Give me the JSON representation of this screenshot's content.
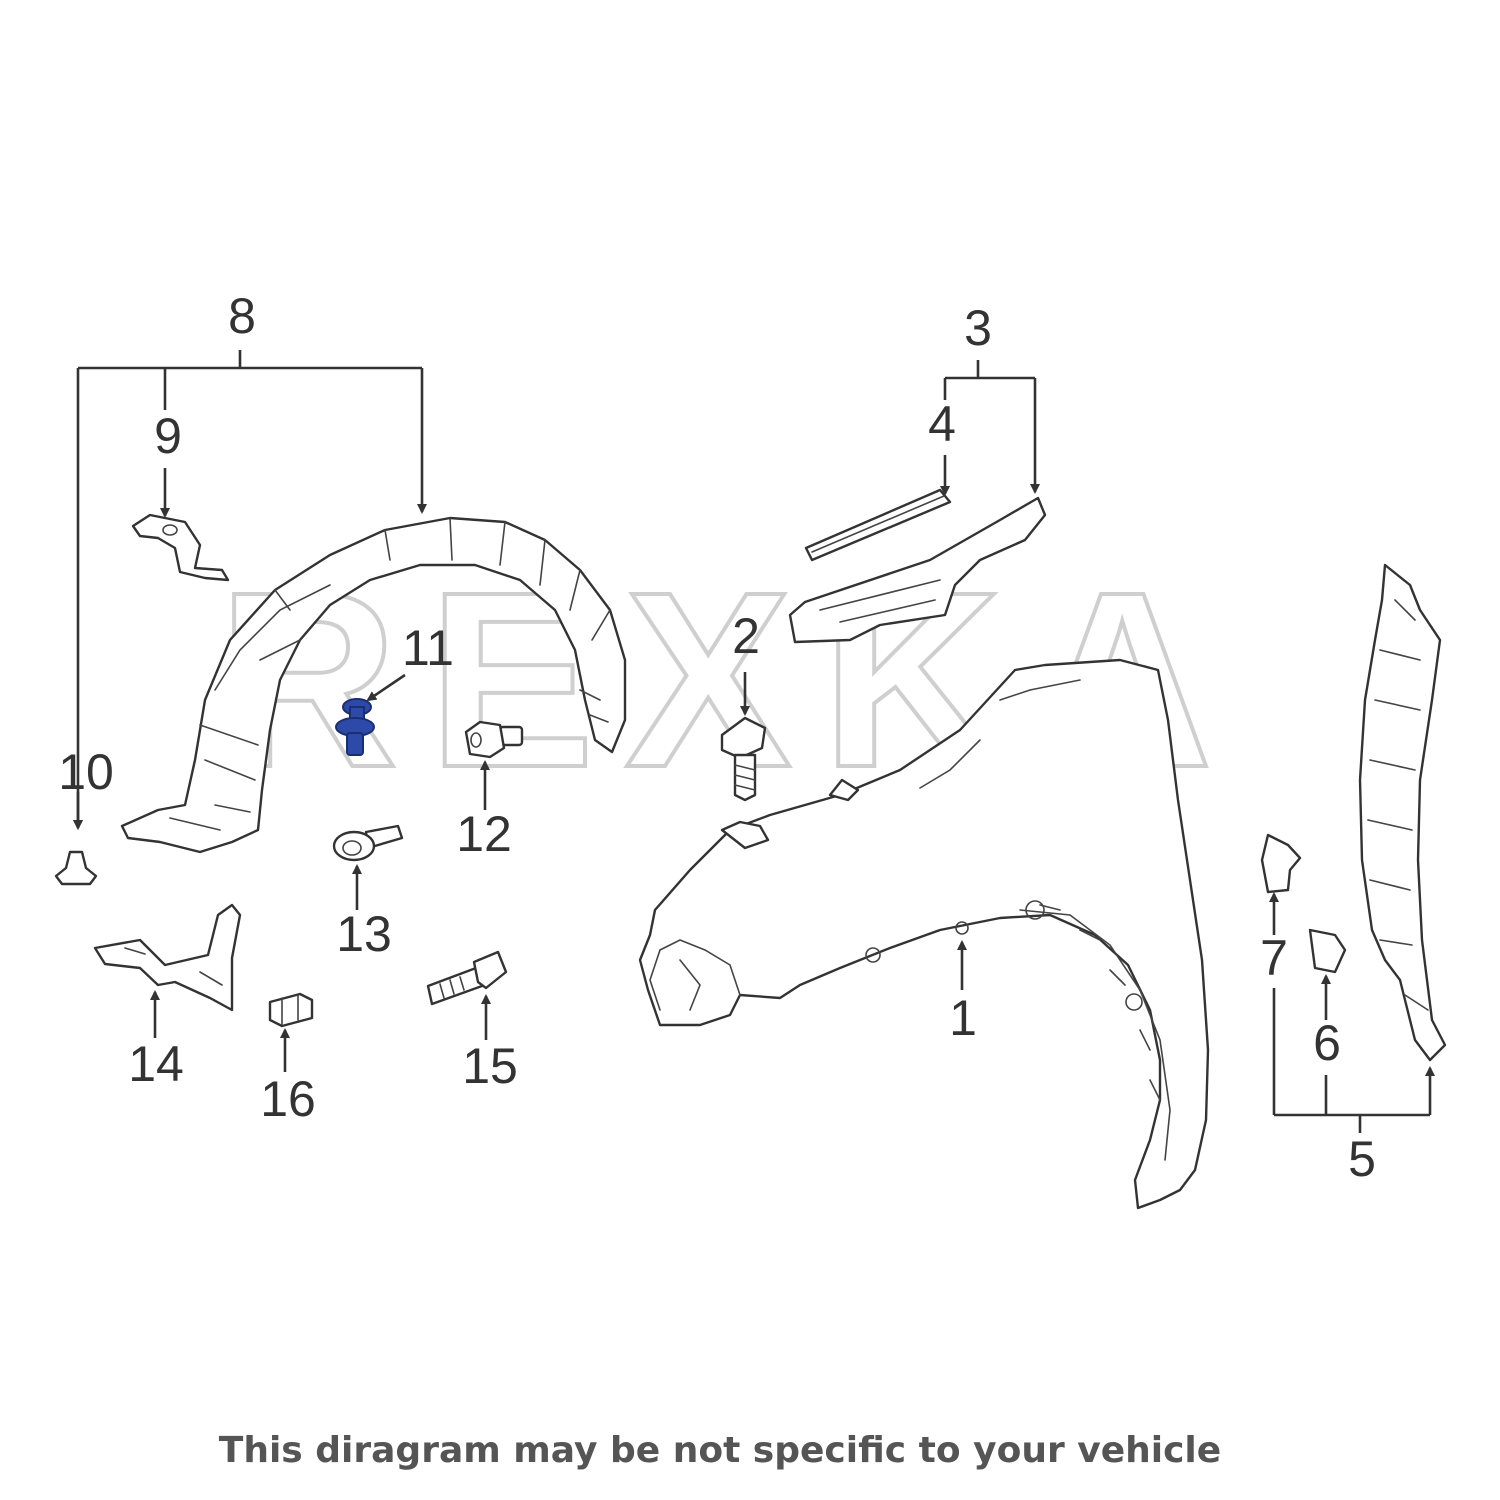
{
  "watermark": "REXKA",
  "callouts": {
    "c1": "1",
    "c2": "2",
    "c3": "3",
    "c4": "4",
    "c5": "5",
    "c6": "6",
    "c7": "7",
    "c8": "8",
    "c9": "9",
    "c10": "10",
    "c11": "11",
    "c12": "12",
    "c13": "13",
    "c14": "14",
    "c15": "15",
    "c16": "16"
  },
  "highlighted_part": "11",
  "colors": {
    "line": "#333333",
    "highlight": "#2d4aa8",
    "watermark": "#cfcfcf",
    "disclaimer": "#555555"
  },
  "disclaimer": "This diragram may be not specific to your vehicle"
}
